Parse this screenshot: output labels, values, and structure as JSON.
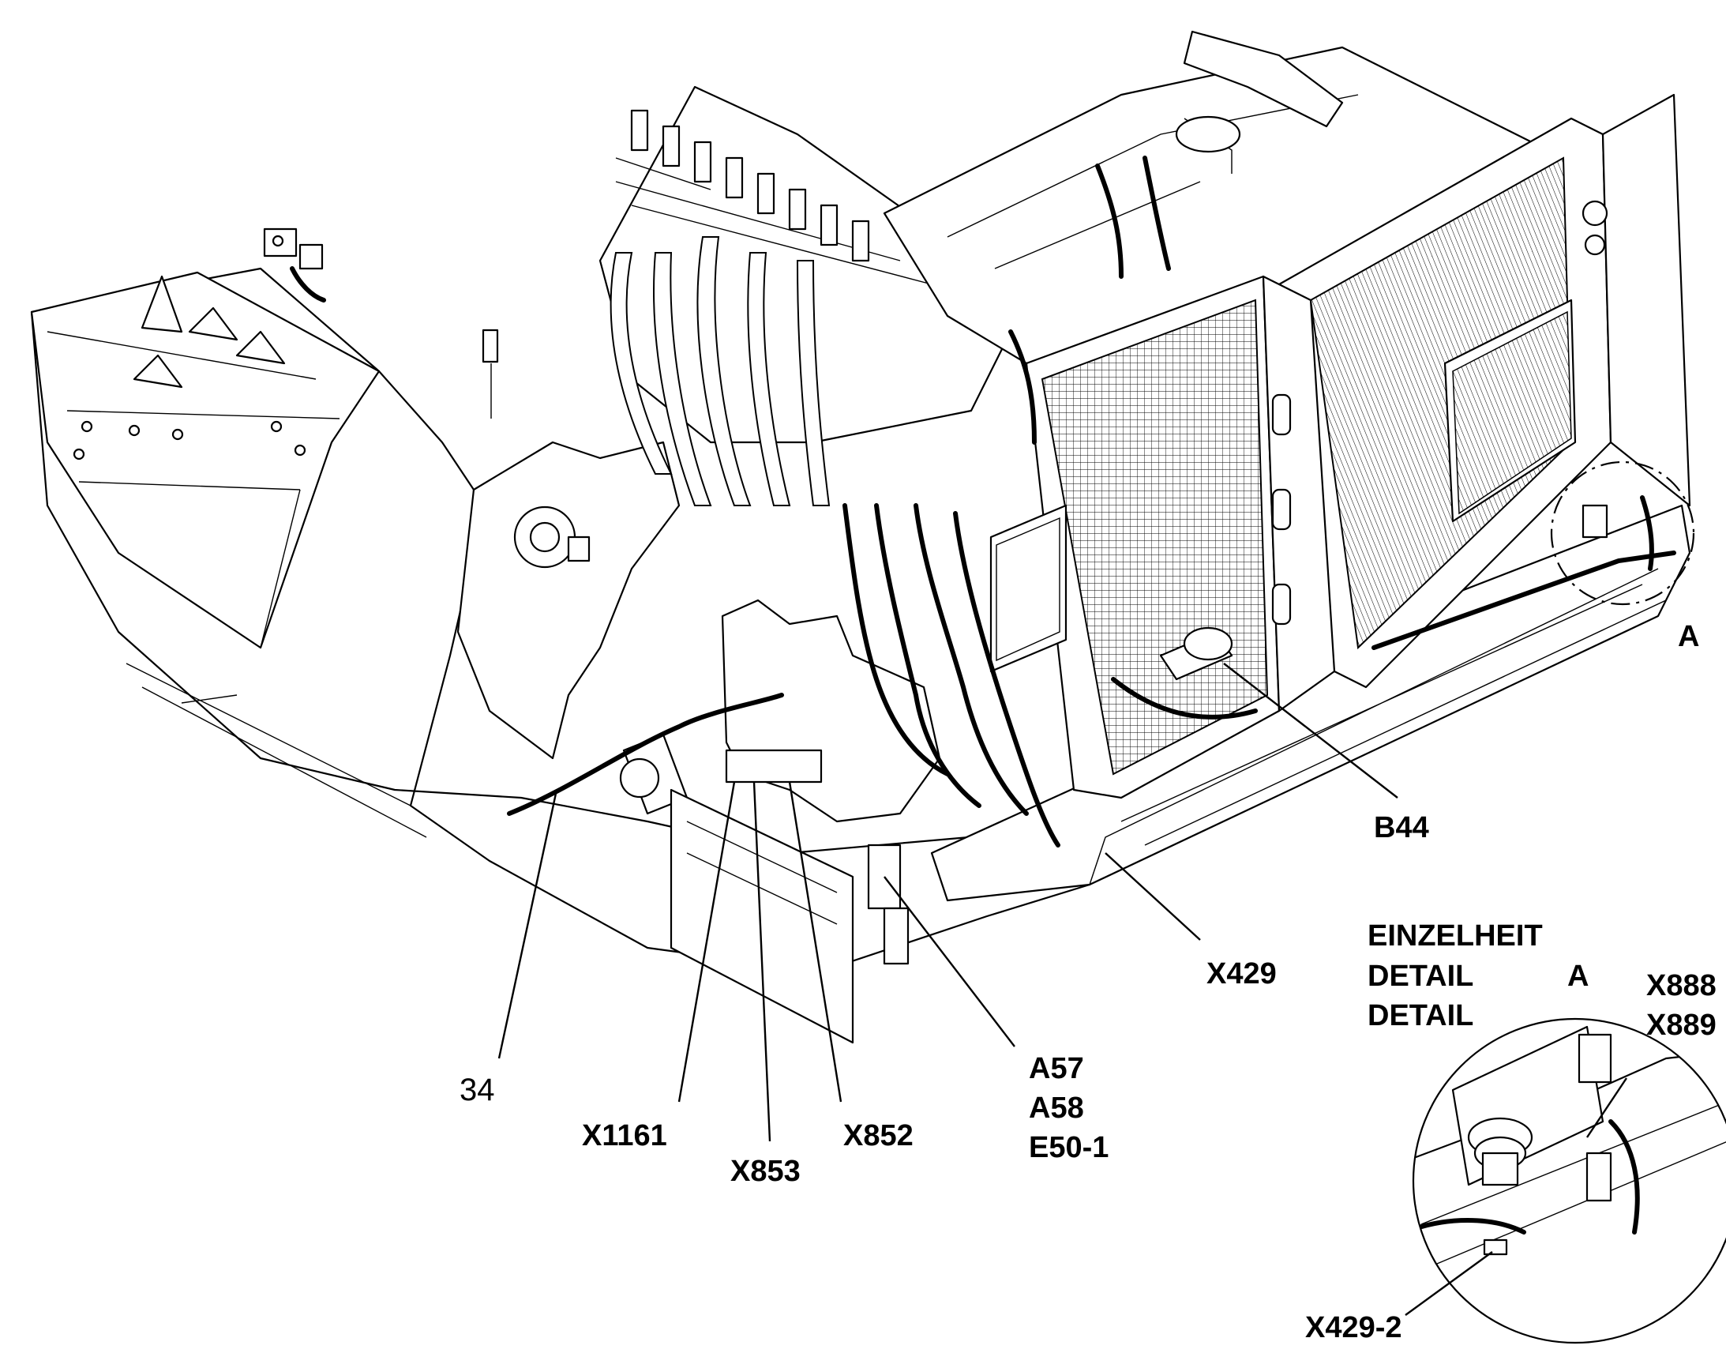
{
  "labels": {
    "a": "A",
    "b44": "B44",
    "x429": "X429",
    "detail_heading": [
      "EINZELHEIT",
      "DETAIL",
      "DETAIL"
    ],
    "detail_letter": "A",
    "x888": "X888",
    "x889": "X889",
    "n34": "34",
    "x1161": "X1161",
    "x853": "X853",
    "x852": "X852",
    "a57": "A57",
    "a58": "A58",
    "e50_1": "E50-1",
    "x429_2": "X429-2"
  },
  "colors": {
    "ink": "#000000",
    "paper": "#ffffff"
  }
}
